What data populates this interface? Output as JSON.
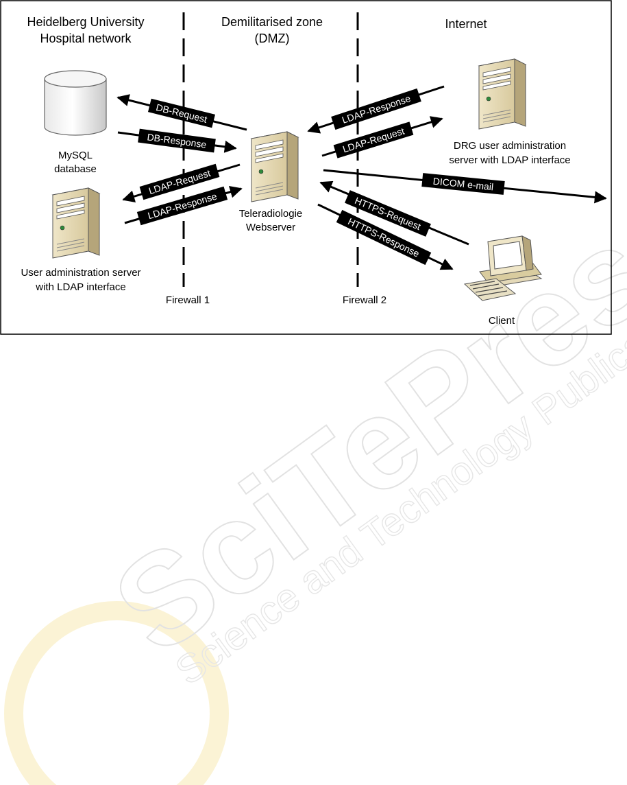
{
  "zones": {
    "hospital": [
      "Heidelberg University",
      "Hospital network"
    ],
    "dmz": [
      "Demilitarised zone",
      "(DMZ)"
    ],
    "internet": [
      "Internet"
    ]
  },
  "firewalls": {
    "fw1": "Firewall 1",
    "fw2": "Firewall 2"
  },
  "nodes": {
    "mysql": [
      "MySQL",
      "database"
    ],
    "user_admin": [
      "User administration server",
      "with LDAP interface"
    ],
    "webserver": [
      "Teleradiologie",
      "Webserver"
    ],
    "drg": [
      "DRG user administration",
      "server with LDAP interface"
    ],
    "client": [
      "Client"
    ]
  },
  "messages": {
    "db_request": "DB-Request",
    "db_response": "DB-Response",
    "ldap_request_left": "LDAP-Request",
    "ldap_response_left": "LDAP-Response",
    "ldap_response_right": "LDAP-Response",
    "ldap_request_right": "LDAP-Request",
    "dicom_email": "DICOM e-mail",
    "https_request": "HTTPS-Request",
    "https_response": "HTTPS-Response"
  },
  "watermark": {
    "brand": "SciTePress",
    "tagline": "Science and Technology Publications"
  },
  "colors": {
    "server_body": "#e2d6b4",
    "label_bg": "#000000",
    "watermark": "#ececec",
    "watermark_accent": "#f7e9b3"
  }
}
